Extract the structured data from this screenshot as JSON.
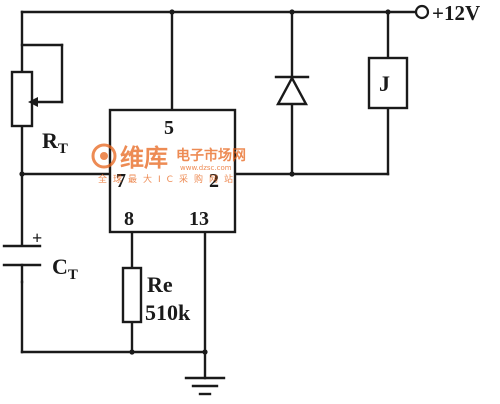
{
  "supply": {
    "label": "+12V"
  },
  "ic": {
    "pins": {
      "p5": "5",
      "p7": "7",
      "p2": "2",
      "p8": "8",
      "p13": "13"
    }
  },
  "rt": {
    "label": "R",
    "sub": "T"
  },
  "ct": {
    "label": "C",
    "sub": "T",
    "polarity": "+"
  },
  "re": {
    "label": "Re",
    "value": "510k"
  },
  "relay": {
    "label": "J"
  },
  "watermark": {
    "brand": "维库",
    "tagline": "电子市场网",
    "url": "www.dzsc.com",
    "slogan": "全球最大IC采购网站",
    "accent_color": "#e8651c"
  }
}
